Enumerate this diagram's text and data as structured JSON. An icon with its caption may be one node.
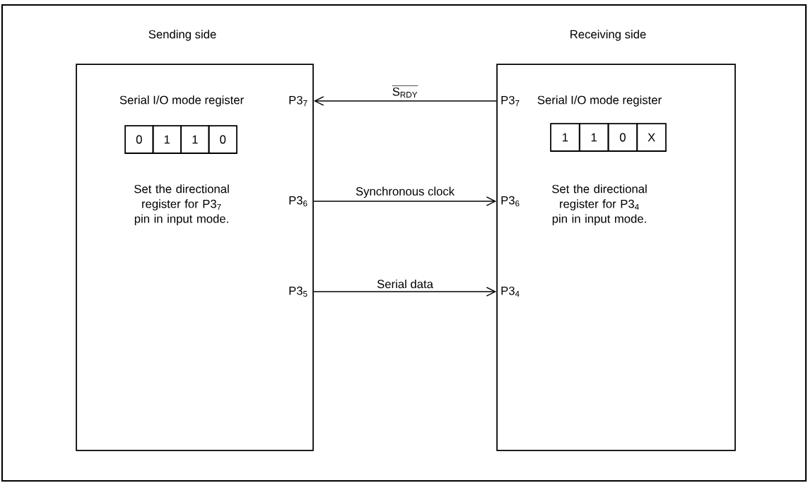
{
  "diagram": {
    "nodes": [
      {
        "text": [
          "Sending side",
          "Serial I/O mode register",
          "Set the directional register for P3$_{7}$ pin in input mode."
        ]
      },
      {
        "text": [
          "0"
        ],
        "in": 0
      },
      {
        "text": [
          "1"
        ],
        "in": 0
      },
      {
        "text": [
          "1"
        ],
        "in": 0
      },
      {
        "text": [
          "0"
        ],
        "in": 0
      },
      {
        "text": [
          "Receiving side",
          "Serial I/O mode register",
          "Set the directional register for P3$_{4}$ pin in input mode."
        ]
      },
      {
        "text": [
          "1"
        ],
        "in": 5
      },
      {
        "text": [
          "1"
        ],
        "in": 5
      },
      {
        "text": [
          "0"
        ],
        "in": 5
      },
      {
        "text": [
          "X"
        ],
        "in": 5
      }
    ],
    "edges": [
      {
        "from": 5,
        "to": 0,
        "arrow": "to",
        "label": "\\overline{\\mathrm{S}_{\\mathrm{RDY}}}"
      },
      {
        "from": 0,
        "to": 5,
        "arrow": "to",
        "label": "Synchronous clock"
      },
      {
        "from": 0,
        "to": 5,
        "arrow": "to",
        "label": "Serial data"
      }
    ],
    "labels": [
      "P3$_{7}$",
      "P3$_{7}$",
      "P3$_{6}$",
      "P3$_{6}$",
      "P3$_{5}$",
      "P3$_{4}$"
    ]
  }
}
